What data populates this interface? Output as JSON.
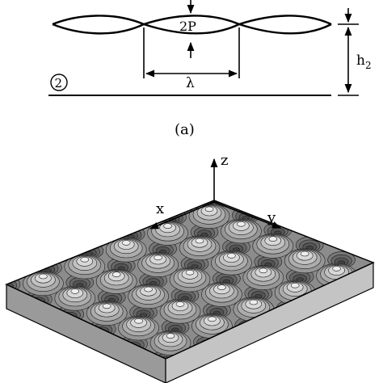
{
  "panel_a": {
    "pressure_label": "2P",
    "wavelength_label": "λ",
    "height_label": "h",
    "height_subscript": "2",
    "layer_marker": "2",
    "caption": "(a)"
  },
  "panel_b": {
    "axis_x": "x",
    "axis_y": "y",
    "axis_z": "z"
  },
  "colors": {
    "ink": "#000000",
    "background": "#ffffff",
    "surface_light": "#efefef",
    "surface_dark": "#6e6e6e",
    "slab_side_left": "#9a9a9a",
    "slab_side_front": "#c4c4c4"
  }
}
